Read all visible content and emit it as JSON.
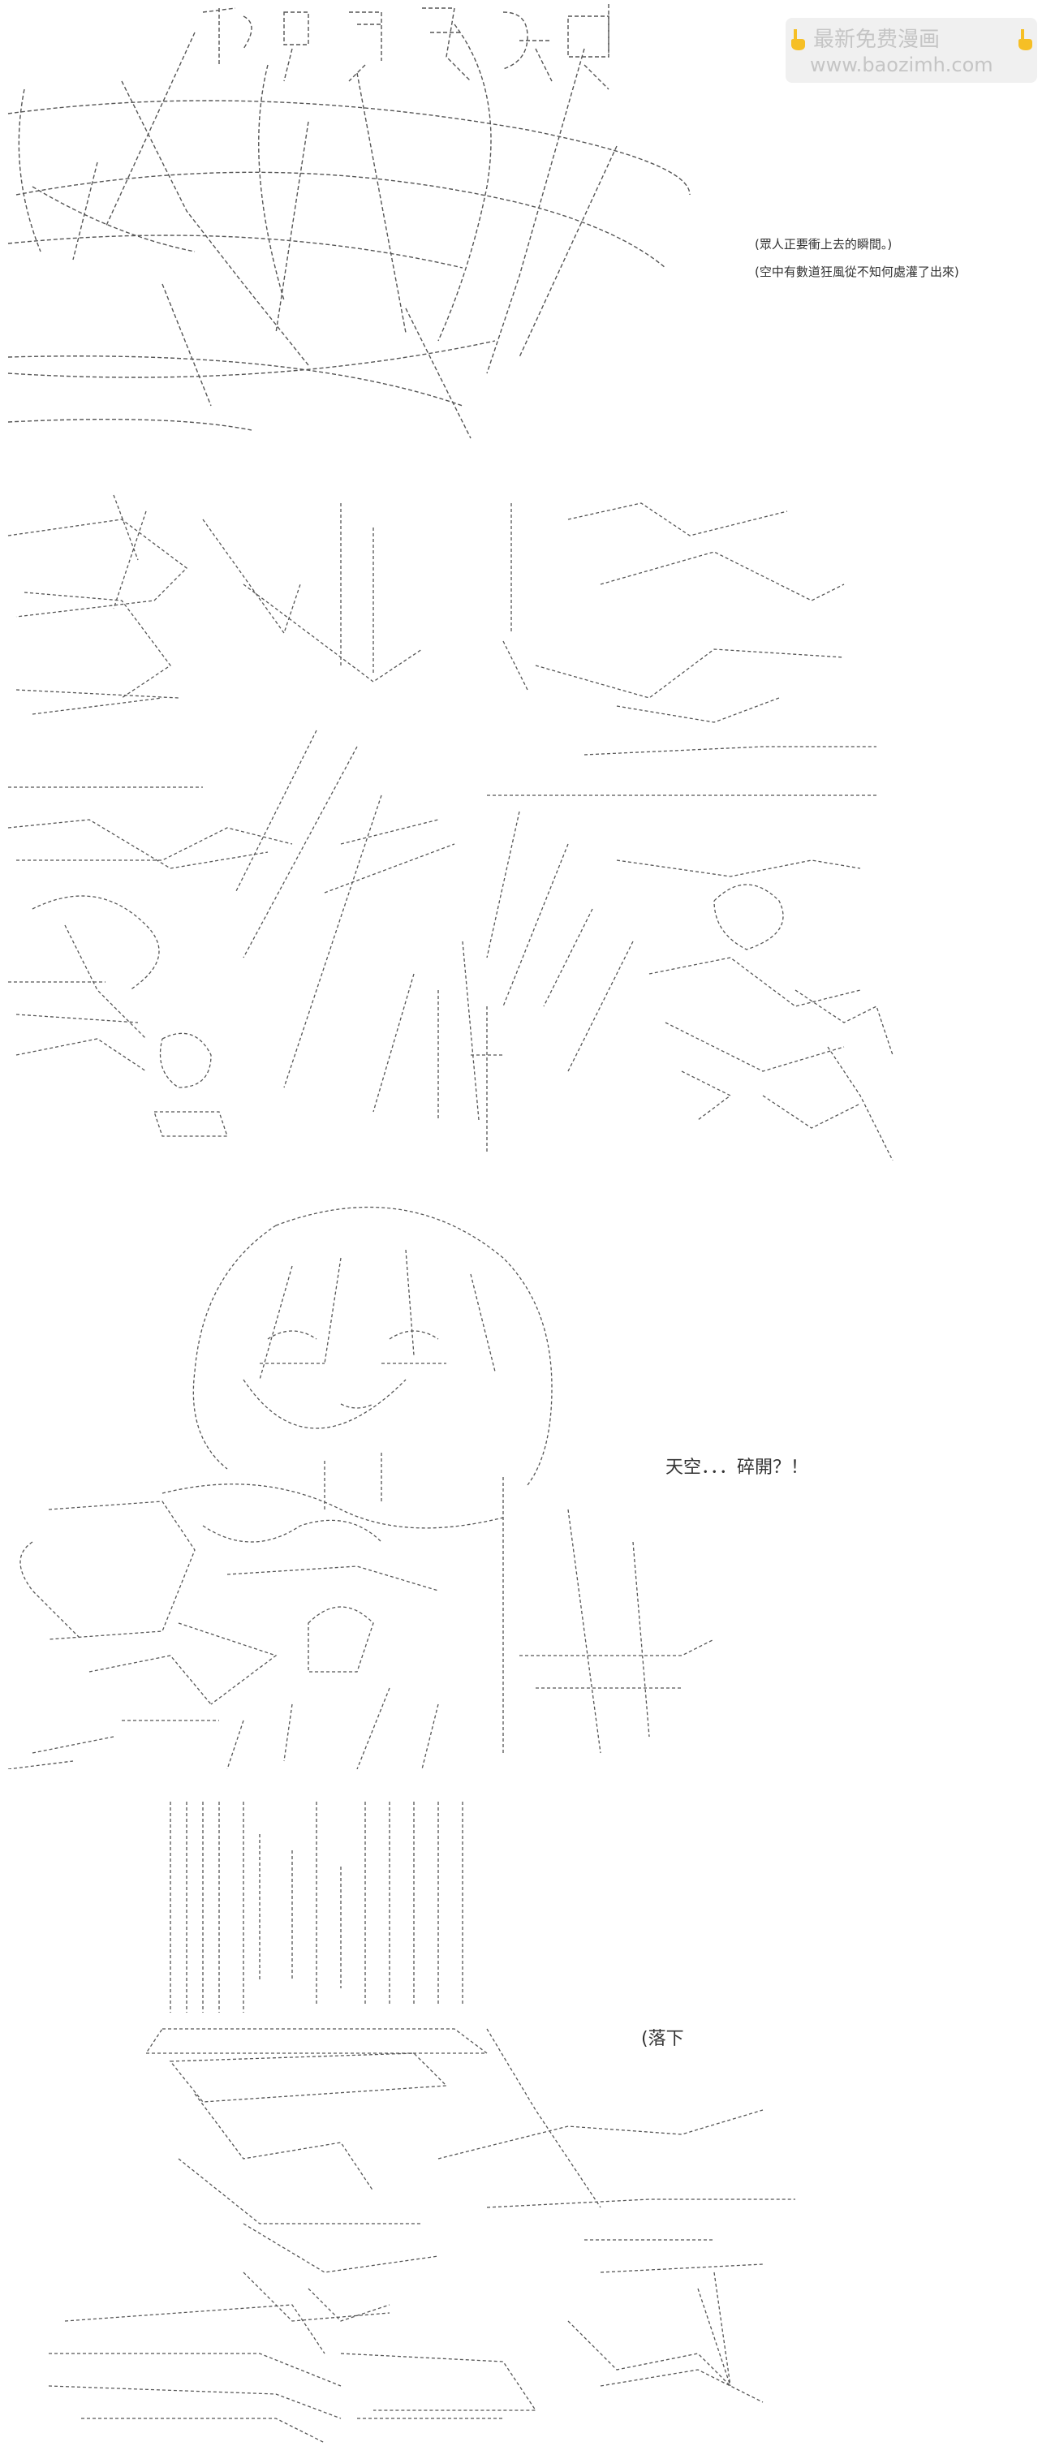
{
  "watermark": {
    "line1": "最新免费漫画",
    "line2": "www.baozimh.com",
    "icon": "pointing-down-hand-icon",
    "icon_color": "#f5b400"
  },
  "panel1": {
    "caption1": "(眾人正要衝上去的瞬間。)",
    "caption2": "(空中有數道狂風從不知何處灌了出來)"
  },
  "panel3": {
    "caption": "天空．．．碎開？！"
  },
  "panel4": {
    "caption": "(落下"
  }
}
